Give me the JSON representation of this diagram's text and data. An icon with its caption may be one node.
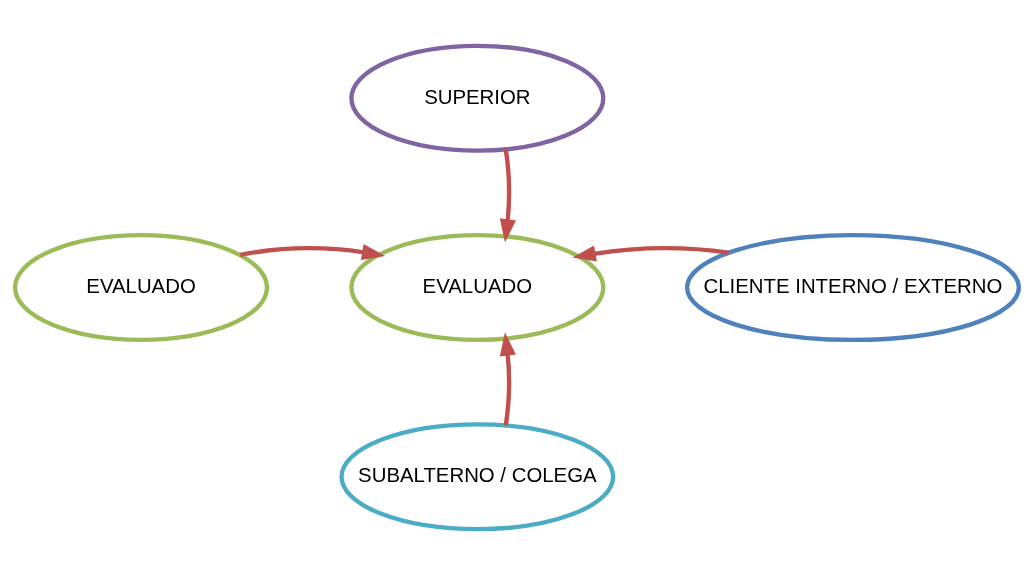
{
  "diagram": {
    "nodes": [
      {
        "text": [
          "SUPERIOR"
        ]
      },
      {
        "text": [
          "EVALUADO"
        ]
      },
      {
        "text": [
          "EVALUADO"
        ]
      },
      {
        "text": [
          "CLIENTE INTERNO / EXTERNO"
        ]
      },
      {
        "text": [
          "SUBALTERNO / COLEGA"
        ]
      }
    ],
    "edges": [
      {
        "from": 0,
        "to": 1,
        "arrow": "to"
      },
      {
        "from": 2,
        "to": 1,
        "arrow": "to"
      },
      {
        "from": 3,
        "to": 1,
        "arrow": "to"
      },
      {
        "from": 4,
        "to": 1,
        "arrow": "to"
      }
    ]
  }
}
